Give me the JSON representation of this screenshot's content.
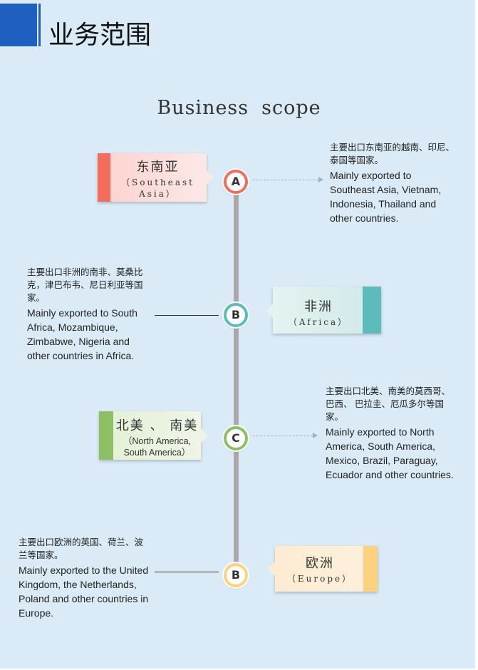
{
  "header": {
    "title": "业务范围"
  },
  "scope_title": {
    "word1": "Business",
    "word2": "scope"
  },
  "regions": [
    {
      "node_label": "A",
      "name": "东南亚",
      "sub": "（Southeast Asia）",
      "color": "#f26d5b",
      "desc_cn": "主要出口东南亚的越南、印尼、泰国等国家。",
      "desc_en": "Mainly exported to Southeast Asia, Vietnam, Indonesia, Thailand and other countries."
    },
    {
      "node_label": "B",
      "name": "非洲",
      "sub": "（Africa）",
      "color": "#5ebbbc",
      "desc_cn": "主要出口非洲的南非、莫桑比克，津巴布韦、尼日利亚等国家。",
      "desc_en": "Mainly exported to South Africa, Mozambique, Zimbabwe, Nigeria and other countries in Africa."
    },
    {
      "node_label": "C",
      "name": "北美 、 南美",
      "sub": "（North America, South America）",
      "color": "#8cc063",
      "desc_cn": "主要出口北美、南美的莫西哥、巴西、 巴拉圭、厄瓜多尔等国家。",
      "desc_en": "Mainly exported to North America, South America, Mexico, Brazil, Paraguay, Ecuador and other countries."
    },
    {
      "node_label": "B",
      "name": "欧洲",
      "sub": "（Europe）",
      "color": "#fcd17f",
      "desc_cn": "主要出口欧洲的英国、荷兰、波兰等国家。",
      "desc_en": "Mainly exported to the United Kingdom, the Netherlands, Poland and other countries in Europe."
    }
  ]
}
